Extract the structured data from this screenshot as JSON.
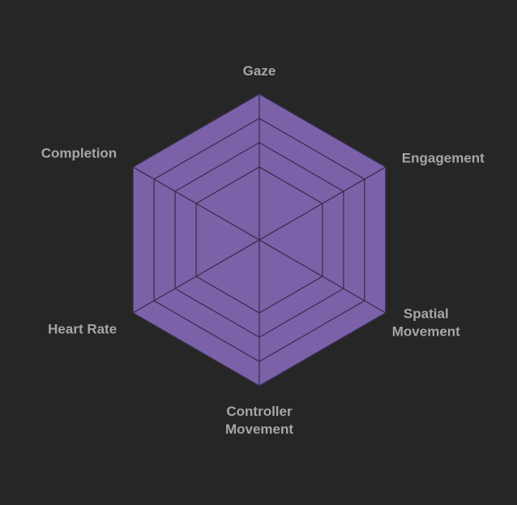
{
  "chart_data": {
    "type": "radar",
    "title": "",
    "axes": [
      {
        "lines": [
          "Gaze"
        ]
      },
      {
        "lines": [
          "Engagement"
        ]
      },
      {
        "lines": [
          "Spatial",
          "Movement"
        ]
      },
      {
        "lines": [
          "Controller",
          "Movement"
        ]
      },
      {
        "lines": [
          "Heart Rate"
        ]
      },
      {
        "lines": [
          "Completion"
        ]
      }
    ],
    "rlim": [
      0,
      1
    ],
    "rings": [
      0.5,
      0.6667,
      0.8333,
      1.0
    ],
    "series": [
      {
        "values": [
          1,
          1,
          1,
          1,
          1,
          1
        ]
      }
    ],
    "grid": true,
    "legend": "none",
    "colors": {
      "background": "#262626",
      "fill": "#7b62a8",
      "gridline": "#3a2f4f",
      "label": "#a6a6a6"
    }
  }
}
